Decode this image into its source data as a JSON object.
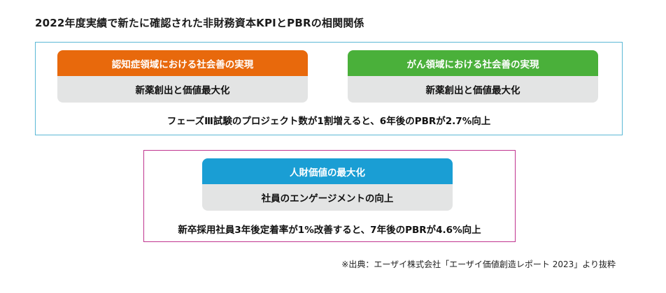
{
  "title": "2022年度実績で新たに確認された非財務資本KPIとPBRの相関関係",
  "top_group": {
    "left_card": {
      "heading": "認知症領域における社会善の実現",
      "body": "新薬創出と価値最大化",
      "color": "#e8690c"
    },
    "right_card": {
      "heading": "がん領域における社会善の実現",
      "body": "新薬創出と価値最大化",
      "color": "#4ab03a"
    },
    "result": "フェーズⅢ試験のプロジェクト数が1割増えると、6年後のPBRが2.7%向上"
  },
  "bottom_group": {
    "card": {
      "heading": "人財価値の最大化",
      "body": "社員のエンゲージメントの向上",
      "color": "#1a9ed4"
    },
    "result": "新卒採用社員3年後定着率が1%改善すると、7年後のPBRが4.6%向上"
  },
  "source": "※出典：エーザイ株式会社「エーザイ価値創造レポート 2023」より抜粋",
  "colors": {
    "top_frame_border": "#5bb8d6",
    "bottom_frame_border": "#c0358f",
    "card_body_bg": "#e3e4e4"
  }
}
